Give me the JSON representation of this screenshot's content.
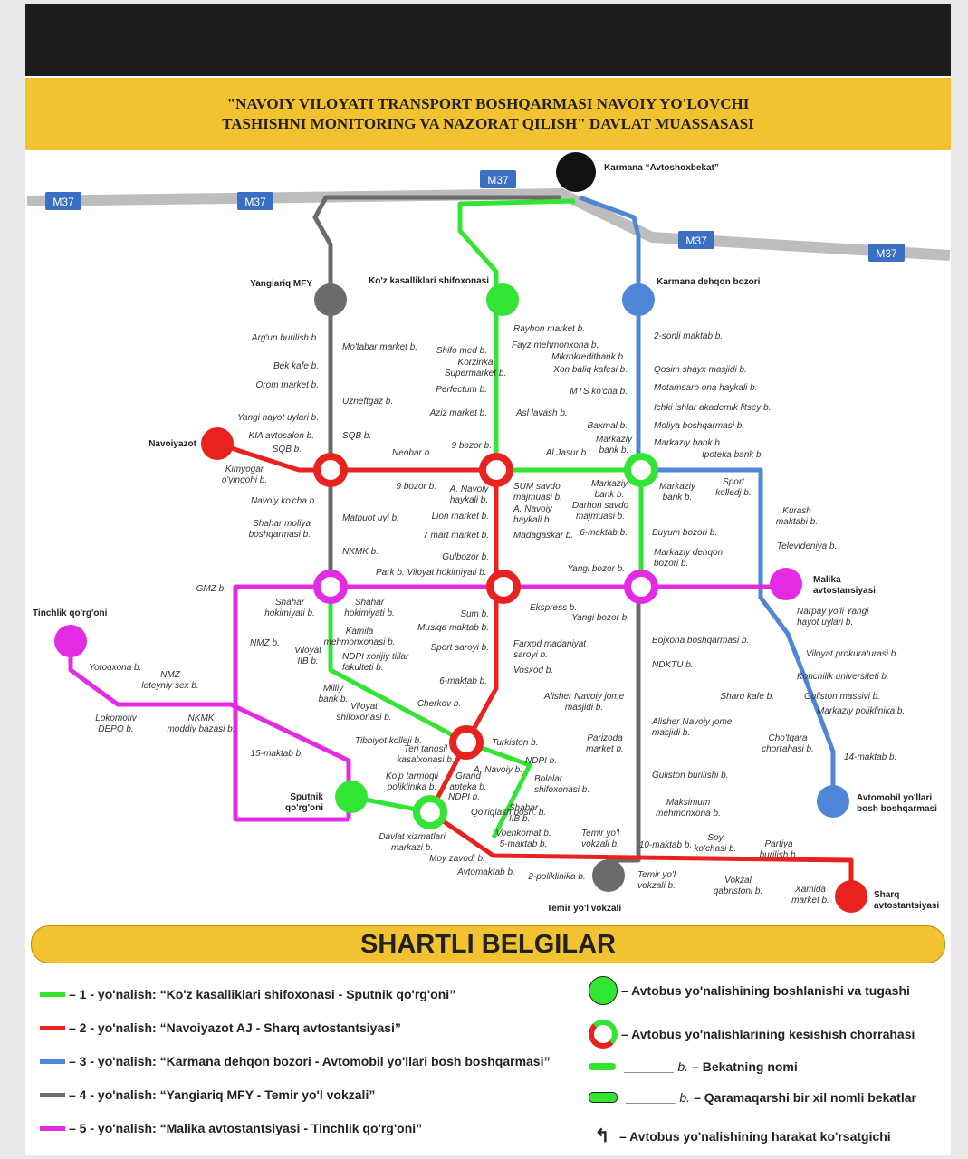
{
  "header": {
    "line1": "\"NAVOIY VILOYATI TRANSPORT BOSHQARMASI NAVOIY YO'LOVCHI",
    "line2": "TASHISHNI MONITORING VA NAZORAT QILISH\" DAVLAT MUASSASASI"
  },
  "colors": {
    "line1": "#33e533",
    "line2": "#e8231f",
    "line3": "#4f86d8",
    "line4": "#6b6b6b",
    "line5": "#e22be2",
    "banner": "#f2c230"
  },
  "roads": [
    "M37",
    "M37",
    "M37",
    "M37",
    "M37"
  ],
  "terminals": [
    {
      "lines": [
        "Karmana “Avtoshoxbekat”"
      ]
    },
    {
      "lines": [
        "Yangiariq MFY"
      ]
    },
    {
      "lines": [
        "Ko'z kasalliklari shifoxonasi"
      ]
    },
    {
      "lines": [
        "Karmana dehqon bozori"
      ]
    },
    {
      "lines": [
        "Navoiyazot"
      ]
    },
    {
      "lines": [
        "Malika",
        "avtostansiyasi"
      ]
    },
    {
      "lines": [
        "Tinchlik qo'rg'oni"
      ]
    },
    {
      "lines": [
        "Sputnik",
        "qo'rg'oni"
      ]
    },
    {
      "lines": [
        "Avtomobil yo'llari",
        "bosh boshqarmasi"
      ]
    },
    {
      "lines": [
        "Temir yo'l vokzali"
      ]
    },
    {
      "lines": [
        "Sharq",
        "avtostantsiyasi"
      ]
    }
  ],
  "stations": [
    {
      "lines": [
        "Arg'un burilish b."
      ]
    },
    {
      "lines": [
        "Mo'tabar market b."
      ]
    },
    {
      "lines": [
        "Bek kafe b."
      ]
    },
    {
      "lines": [
        "Orom market b."
      ]
    },
    {
      "lines": [
        "Uzneftgaz b."
      ]
    },
    {
      "lines": [
        "Yangi hayot uylari b."
      ]
    },
    {
      "lines": [
        "KIA avtosalon b."
      ]
    },
    {
      "lines": [
        "SQB b."
      ]
    },
    {
      "lines": [
        "SQB b."
      ]
    },
    {
      "lines": [
        "Neobar b."
      ]
    },
    {
      "lines": [
        "Kimyogar",
        "o'yingohi b."
      ]
    },
    {
      "lines": [
        "9 bozor b."
      ]
    },
    {
      "lines": [
        "Navoiy ko'cha b."
      ]
    },
    {
      "lines": [
        "Matbuot uyi b."
      ]
    },
    {
      "lines": [
        "Shahar moliya",
        "boshqarmasi b."
      ]
    },
    {
      "lines": [
        "NKMK b."
      ]
    },
    {
      "lines": [
        "GMZ b."
      ]
    },
    {
      "lines": [
        "Park b. Viloyat hokimiyati b."
      ]
    },
    {
      "lines": [
        "Shahar",
        "hokimiyati b."
      ]
    },
    {
      "lines": [
        "Shahar",
        "hokimiyati b."
      ]
    },
    {
      "lines": [
        "NMZ b."
      ]
    },
    {
      "lines": [
        "Viloyat",
        "IIB b."
      ]
    },
    {
      "lines": [
        "Kamila",
        "mehmonxonasi b."
      ]
    },
    {
      "lines": [
        "NDPI xorijiy tillar",
        "fakulteti b."
      ]
    },
    {
      "lines": [
        "Milliy",
        "bank b."
      ]
    },
    {
      "lines": [
        "Viloyat",
        "shifoxonasi b."
      ]
    },
    {
      "lines": [
        "Tibbiyot kolleji b."
      ]
    },
    {
      "lines": [
        "15-maktab b."
      ]
    },
    {
      "lines": [
        "Teri tanosil",
        "kasalxonasi b."
      ]
    },
    {
      "lines": [
        "Ko'p tarmoqli",
        "poliklinika b."
      ]
    },
    {
      "lines": [
        "Grand",
        "apteka b."
      ]
    },
    {
      "lines": [
        "NDPI b."
      ]
    },
    {
      "lines": [
        "Qo'riqlash bosh. b."
      ]
    },
    {
      "lines": [
        "Davlat xizmatlari",
        "markazi b."
      ]
    },
    {
      "lines": [
        "Moy zavodi b."
      ]
    },
    {
      "lines": [
        "Avtomaktab b."
      ]
    },
    {
      "lines": [
        "Voenkomat b.",
        "5-maktab b."
      ]
    },
    {
      "lines": [
        "2-poliklinika b."
      ]
    },
    {
      "lines": [
        "Temir yo'l",
        "vokzali b."
      ]
    },
    {
      "lines": [
        "10-maktab b."
      ]
    },
    {
      "lines": [
        "Soy",
        "ko'chasi b."
      ]
    },
    {
      "lines": [
        "Partiya",
        "burilish b."
      ]
    },
    {
      "lines": [
        "Temir yo'l",
        "vokzali b."
      ]
    },
    {
      "lines": [
        "Vokzal",
        "qabristoni b."
      ]
    },
    {
      "lines": [
        "Xamida",
        "market b."
      ]
    },
    {
      "lines": [
        "Rayhon market b."
      ]
    },
    {
      "lines": [
        "Fayz mehmonxona b."
      ]
    },
    {
      "lines": [
        "Mikrokreditbank b."
      ]
    },
    {
      "lines": [
        "Shifo med b."
      ]
    },
    {
      "lines": [
        "Korzinka",
        "Supermarket b."
      ]
    },
    {
      "lines": [
        "Xon baliq kafesi b."
      ]
    },
    {
      "lines": [
        "Perfectum b."
      ]
    },
    {
      "lines": [
        "MTS ko'cha b."
      ]
    },
    {
      "lines": [
        "Aziz market b."
      ]
    },
    {
      "lines": [
        "Asl lavash b."
      ]
    },
    {
      "lines": [
        "Baxmal b."
      ]
    },
    {
      "lines": [
        "Markaziy",
        "bank b."
      ]
    },
    {
      "lines": [
        "Al Jasur b."
      ]
    },
    {
      "lines": [
        "9 bozor b."
      ]
    },
    {
      "lines": [
        "2-sonli maktab b."
      ]
    },
    {
      "lines": [
        "Qosim shayx masjidi b."
      ]
    },
    {
      "lines": [
        "Motamsaro ona haykali b."
      ]
    },
    {
      "lines": [
        "Ichki ishlar akademik litsey b."
      ]
    },
    {
      "lines": [
        "Moliya boshqarmasi b."
      ]
    },
    {
      "lines": [
        "Markaziy bank b."
      ]
    },
    {
      "lines": [
        "Ipoteka bank b."
      ]
    },
    {
      "lines": [
        "Sport",
        "kolledj b."
      ]
    },
    {
      "lines": [
        "Markaziy",
        "bank b."
      ]
    },
    {
      "lines": [
        "Kurash",
        "maktabi b."
      ]
    },
    {
      "lines": [
        "Televideniya b."
      ]
    },
    {
      "lines": [
        "Narpay yo'li Yangi",
        "hayot uylari b."
      ]
    },
    {
      "lines": [
        "Viloyat prokuraturasi b."
      ]
    },
    {
      "lines": [
        "Konchilik universiteti b."
      ]
    },
    {
      "lines": [
        "Guliston massivi b."
      ]
    },
    {
      "lines": [
        "Sharq kafe b."
      ]
    },
    {
      "lines": [
        "Markaziy poliklinika b."
      ]
    },
    {
      "lines": [
        "Cho'tqara",
        "chorrahasi b."
      ]
    },
    {
      "lines": [
        "14-maktab b."
      ]
    },
    {
      "lines": [
        "SUM savdo",
        "majmuasi b."
      ]
    },
    {
      "lines": [
        "A. Navoiy",
        "haykali b."
      ]
    },
    {
      "lines": [
        "A. Navoiy",
        "haykali b."
      ]
    },
    {
      "lines": [
        "Lion market b."
      ]
    },
    {
      "lines": [
        "7 mart market b."
      ]
    },
    {
      "lines": [
        "Madagaskar b."
      ]
    },
    {
      "lines": [
        "Gulbozor b."
      ]
    },
    {
      "lines": [
        "Markaziy",
        "bank b."
      ]
    },
    {
      "lines": [
        "Darhon savdo",
        "majmuasi b."
      ]
    },
    {
      "lines": [
        "6-maktab b."
      ]
    },
    {
      "lines": [
        "Buyum bozori b."
      ]
    },
    {
      "lines": [
        "Markaziy dehqon",
        "bozori b."
      ]
    },
    {
      "lines": [
        "Yangi bozor b."
      ]
    },
    {
      "lines": [
        "Ekspress b."
      ]
    },
    {
      "lines": [
        "Yangi bozor b."
      ]
    },
    {
      "lines": [
        "Sum b."
      ]
    },
    {
      "lines": [
        "Musiqa maktab b."
      ]
    },
    {
      "lines": [
        "Sport saroyi b."
      ]
    },
    {
      "lines": [
        "Farxod madaniyat",
        "saroyi b."
      ]
    },
    {
      "lines": [
        "Vosxod b."
      ]
    },
    {
      "lines": [
        "6-maktab b."
      ]
    },
    {
      "lines": [
        "Cherkov b."
      ]
    },
    {
      "lines": [
        "Alisher Navoiy jome",
        "masjidi b."
      ]
    },
    {
      "lines": [
        "Turkiston b."
      ]
    },
    {
      "lines": [
        "NDPI b."
      ]
    },
    {
      "lines": [
        "A. Navoiy b."
      ]
    },
    {
      "lines": [
        "Bolalar",
        "shifoxonasi b."
      ]
    },
    {
      "lines": [
        "Shahar",
        "IIB b."
      ]
    },
    {
      "lines": [
        "Bojxona boshqarmasi b."
      ]
    },
    {
      "lines": [
        "NDKTU b."
      ]
    },
    {
      "lines": [
        "Alisher Navoiy jome",
        "masjidi b."
      ]
    },
    {
      "lines": [
        "Parizoda",
        "market b."
      ]
    },
    {
      "lines": [
        "Guliston burilishi b."
      ]
    },
    {
      "lines": [
        "Maksimum",
        "mehmonxona b."
      ]
    },
    {
      "lines": [
        "Yotoqxona b."
      ]
    },
    {
      "lines": [
        "NMZ",
        "leteyniy sex b."
      ]
    },
    {
      "lines": [
        "Lokomotiv",
        "DEPO b."
      ]
    },
    {
      "lines": [
        "NKMK",
        "moddiy bazasi b."
      ]
    }
  ],
  "legend": {
    "title": "SHARTLI BELGILAR",
    "routes": [
      "– 1 - yo'nalish: “Ko'z kasalliklari shifoxonasi - Sputnik qo'rg'oni”",
      "– 2 - yo'nalish: “Navoiyazot AJ - Sharq avtostantsiyasi”",
      "– 3 - yo'nalish: “Karmana dehqon bozori - Avtomobil yo'llari bosh boshqarmasi”",
      "– 4 - yo'nalish: “Yangiariq MFY - Temir yo'l vokzali”",
      "– 5 - yo'nalish: “Malika avtostantsiyasi - Tinchlik qo'rg'oni”"
    ],
    "symbols": [
      "– Avtobus yo'nalishining boshlanishi va tugashi",
      "– Avtobus yo'nalishlarining kesishish chorrahasi",
      "– Bekatning nomi",
      "– Qaramaqarshi bir xil nomli bekatlar",
      "– Avtobus yo'nalishining harakat ko'rsatgichi"
    ],
    "blank": "_______ b."
  }
}
